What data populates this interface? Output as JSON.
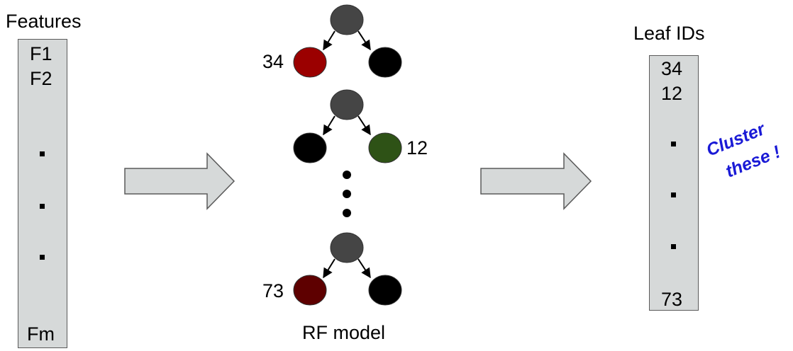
{
  "features": {
    "title": "Features",
    "items": [
      "F1",
      "F2"
    ],
    "last": "Fm"
  },
  "model": {
    "caption": "RF model",
    "trees": [
      {
        "label": "34",
        "leaf_side": "left",
        "leaf_color": "#9b0000"
      },
      {
        "label": "12",
        "leaf_side": "right",
        "leaf_color": "#2e5216"
      },
      {
        "label": "73",
        "leaf_side": "left",
        "leaf_color": "#5e0000"
      }
    ],
    "root_color": "#454545",
    "other_leaf_color": "#000000"
  },
  "leaf_ids": {
    "title": "Leaf IDs",
    "items": [
      "34",
      "12"
    ],
    "last": "73"
  },
  "annotation": {
    "line1": "Cluster",
    "line2": "these !",
    "color": "#1a1ad6"
  },
  "colors": {
    "column_fill": "#d6d9d9",
    "arrow_fill": "#d6d9d9",
    "arrow_stroke": "#5a5a5a"
  }
}
